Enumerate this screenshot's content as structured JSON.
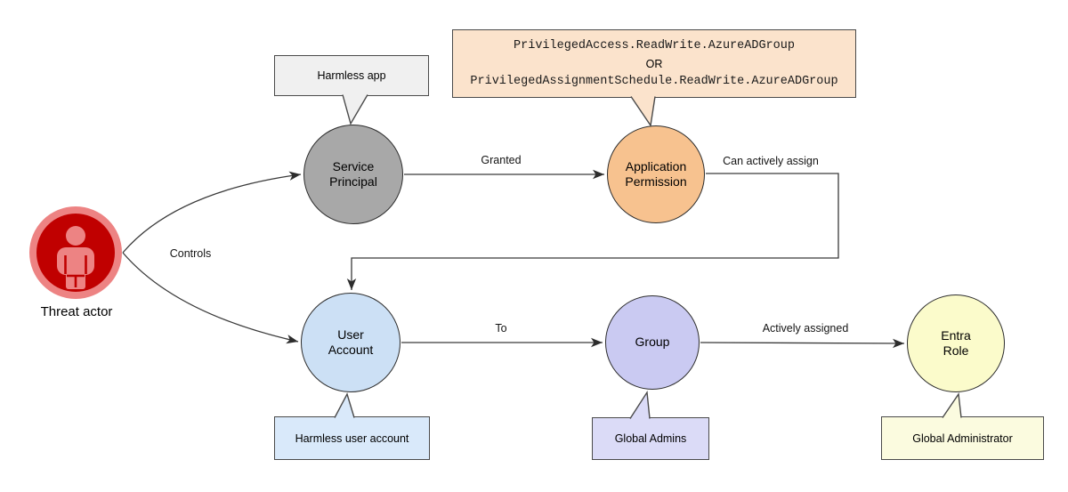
{
  "diagram": {
    "nodes": {
      "threat_actor": {
        "label": "Threat actor",
        "icon_outer_color": "#ed8383",
        "icon_inner_color": "#c00000"
      },
      "service_principal": {
        "label": "Service\nPrincipal",
        "fill": "#a8a8a8"
      },
      "application_permission": {
        "label": "Application\nPermission",
        "fill": "#f7c28f"
      },
      "user_account": {
        "label": "User\nAccount",
        "fill": "#cce0f5"
      },
      "group": {
        "label": "Group",
        "fill": "#cacaf2"
      },
      "entra_role": {
        "label": "Entra\nRole",
        "fill": "#fbfbcb"
      }
    },
    "edges": {
      "controls": {
        "label": "Controls"
      },
      "granted": {
        "label": "Granted"
      },
      "can_actively_assign": {
        "label": "Can actively assign"
      },
      "to": {
        "label": "To"
      },
      "actively_assigned": {
        "label": "Actively assigned"
      }
    },
    "callouts": {
      "harmless_app": {
        "text": "Harmless app",
        "fill": "#f0f0f0"
      },
      "permission_names": {
        "line1": "PrivilegedAccess.ReadWrite.AzureADGroup",
        "separator": "OR",
        "line2": "PrivilegedAssignmentSchedule.ReadWrite.AzureADGroup",
        "fill": "#fbe3cc"
      },
      "harmless_user_account": {
        "text": "Harmless user account",
        "fill": "#d9e9fa"
      },
      "global_admins": {
        "text": "Global Admins",
        "fill": "#dbdbf7"
      },
      "global_administrator": {
        "text": "Global Administrator",
        "fill": "#fbfbdf"
      }
    },
    "colors": {
      "line": "#3a3a3a",
      "node_border": "#2d2d2d",
      "box_border": "#4a4a4a",
      "background": "#ffffff"
    }
  }
}
